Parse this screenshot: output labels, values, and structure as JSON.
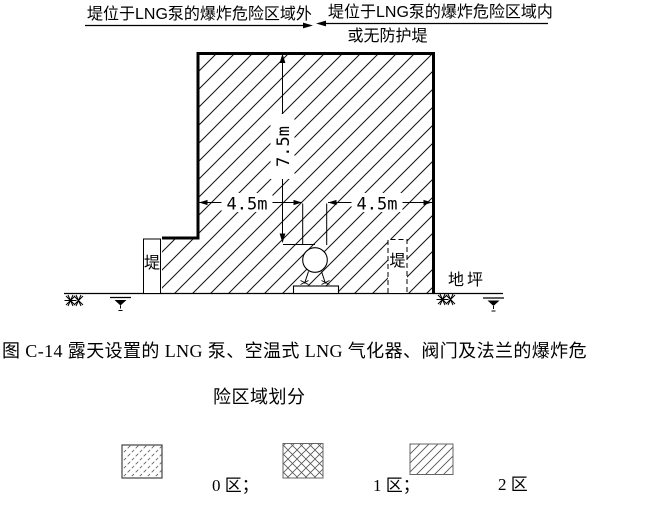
{
  "top_labels": {
    "left": "堤位于LNG泵的爆炸危险区域外",
    "right_line1": "堤位于LNG泵的爆炸危险区域内",
    "right_line2": "或无防护堤"
  },
  "diagram": {
    "dim_vertical": "7.5m",
    "dim_left": "4.5m",
    "dim_right": "4.5m",
    "dike_left": "堤",
    "dike_right": "堤",
    "ground_label": "地坪"
  },
  "caption": {
    "line1": "图 C-14 露天设置的 LNG 泵、空温式 LNG 气化器、阀门及法兰的爆炸危",
    "line2": "险区域划分"
  },
  "legend": {
    "items": [
      {
        "label": "0 区；",
        "pattern": "diagonal-dashed-hatch"
      },
      {
        "label": "1 区；",
        "pattern": "cross-hatch"
      },
      {
        "label": "2 区",
        "pattern": "diagonal-hatch"
      }
    ]
  },
  "colors": {
    "line": "#000000",
    "hatch_light": "#555555"
  }
}
